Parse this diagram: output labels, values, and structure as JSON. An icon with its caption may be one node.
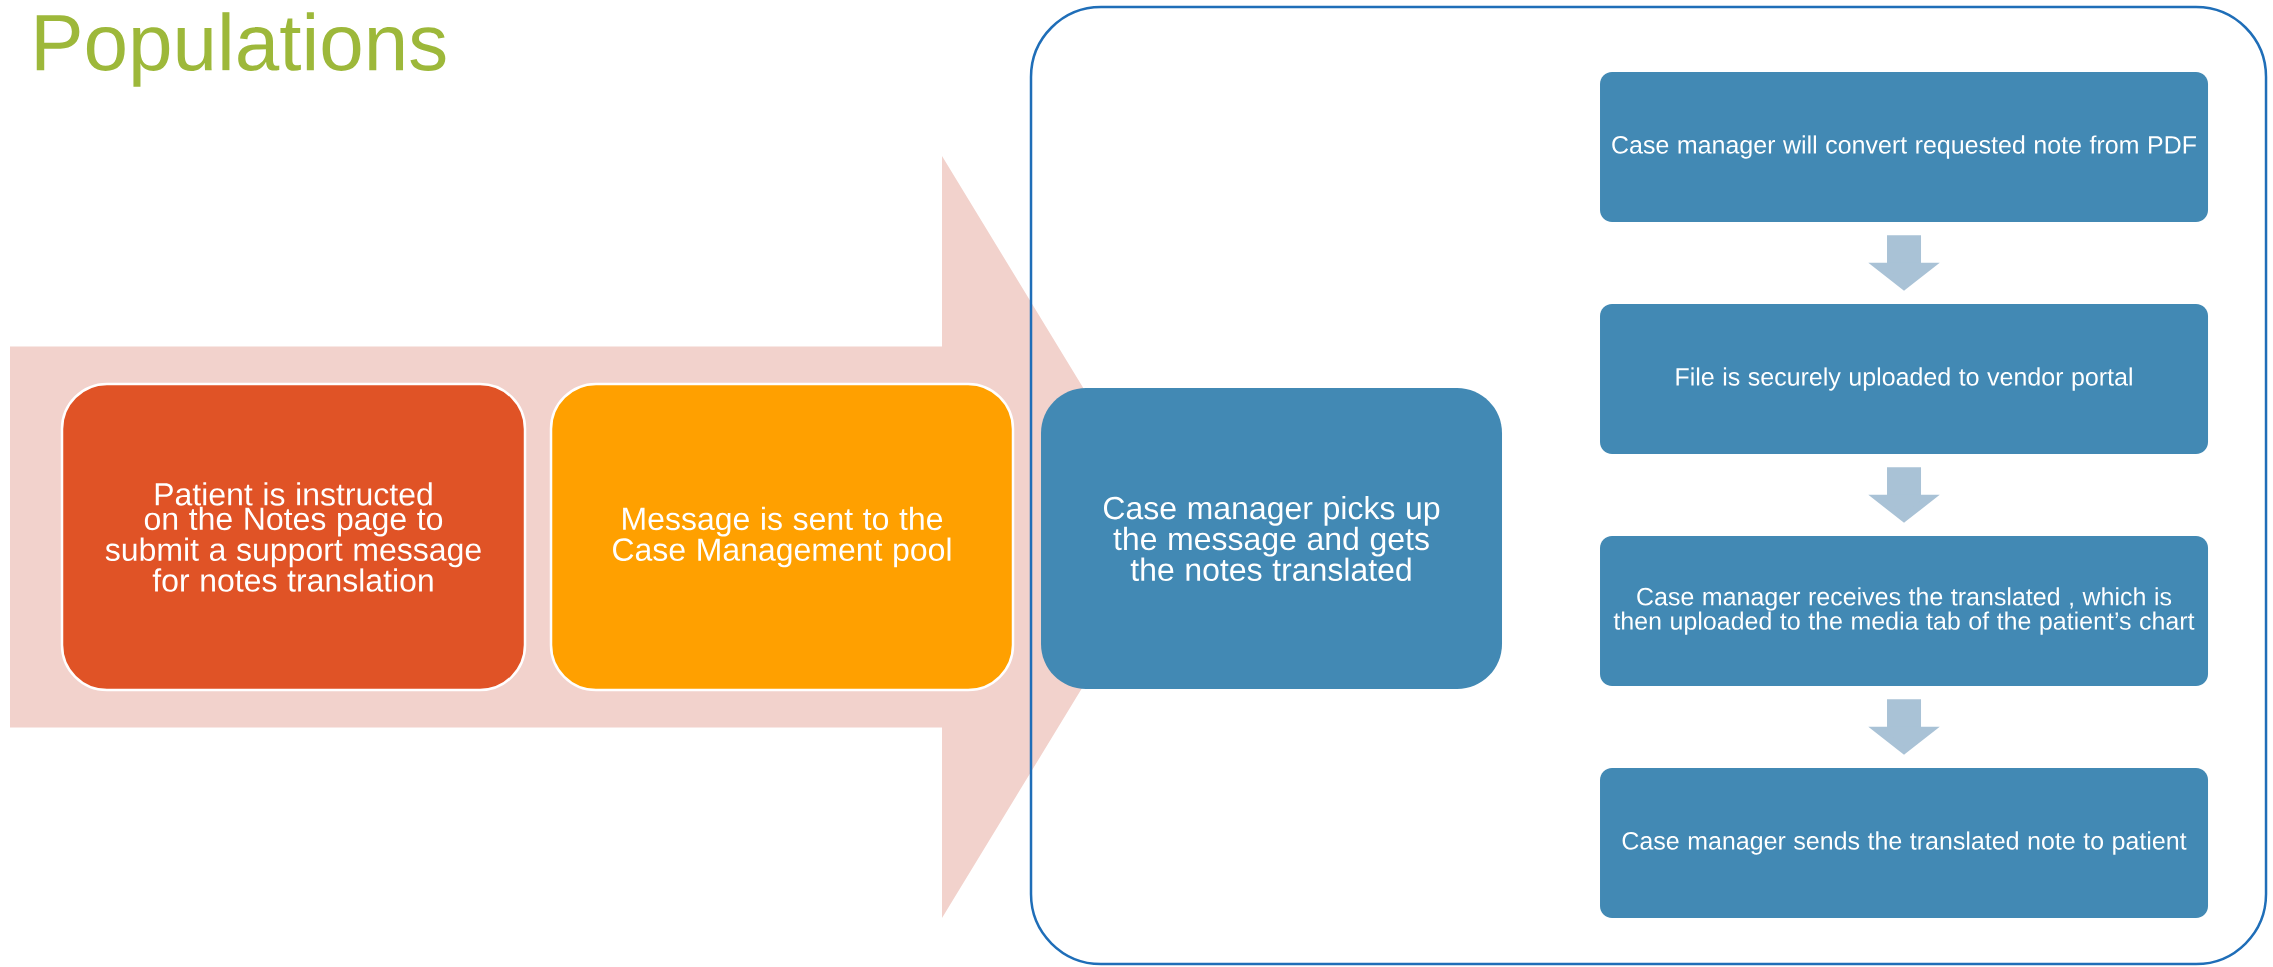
{
  "diagram": {
    "title": "Populations",
    "nodes": [
      {
        "text": [
          "Patient is instructed on the Notes page to submit a support message for notes translation"
        ]
      },
      {
        "text": [
          "Message is sent to the Case Management pool"
        ]
      },
      {
        "text": [
          "Case manager picks up the message and gets the notes translated"
        ]
      },
      {
        "text": [
          "Case manager will convert requested note from PDF"
        ]
      },
      {
        "text": [
          "File is securely uploaded to vendor portal"
        ]
      },
      {
        "text": [
          "Case manager receives the translated , which is then uploaded to the media tab of the patient’s chart"
        ]
      },
      {
        "text": [
          "Case manager sends the translated note to patient"
        ]
      }
    ],
    "edges": [
      {
        "from": 0,
        "to": 2,
        "arrow": "to",
        "style": "thick",
        "color": "#f2d2cc"
      },
      {
        "from": 3,
        "to": 4,
        "arrow": "to"
      },
      {
        "from": 4,
        "to": 5,
        "arrow": "to"
      },
      {
        "from": 5,
        "to": 6,
        "arrow": "to"
      }
    ]
  }
}
